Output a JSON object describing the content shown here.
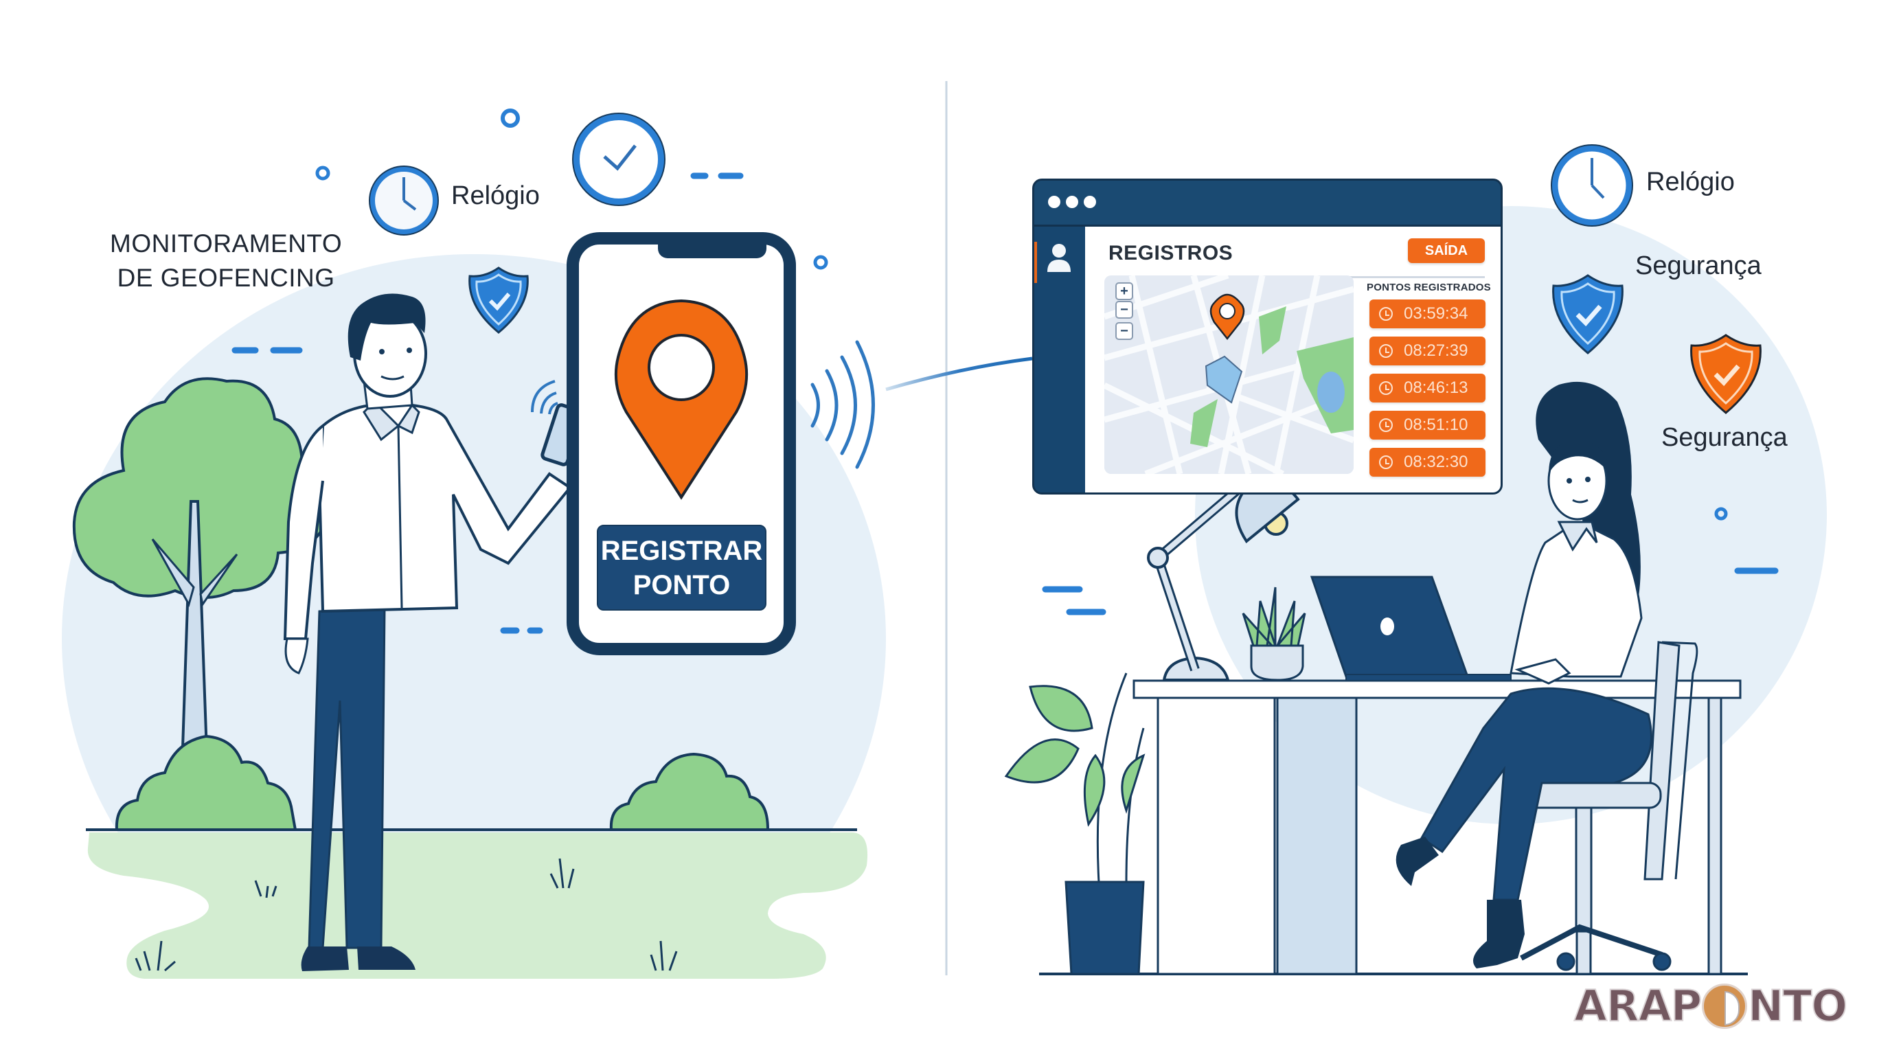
{
  "scene": {
    "left_title": {
      "line1": "MONITORAMENTO",
      "line2": "DE GEOFENCING"
    },
    "left_labels": {
      "clock_label": "Relógio"
    },
    "right_labels": {
      "clock_label": "Relógio",
      "security_label_1": "Segurança",
      "security_label_2": "Segurança"
    },
    "icons": [
      "clock-icon",
      "shield-check-icon",
      "location-pin-icon",
      "wifi-signal-icon",
      "user-icon",
      "laptop-icon",
      "desk-lamp-icon",
      "plant-icon"
    ]
  },
  "phone": {
    "button_line1": "REGISTRAR",
    "button_line2": "PONTO"
  },
  "browser": {
    "title": "REGISTROS",
    "exit_button": "SAÍDA",
    "map_controls": {
      "zoom_in": "+",
      "zoom_out": "−",
      "zoom_out_2": "−"
    },
    "points_title": "PONTOS REGISTRADOS",
    "points": [
      {
        "time": "03:59:34"
      },
      {
        "time": "08:27:39"
      },
      {
        "time": "08:46:13"
      },
      {
        "time": "08:51:10"
      },
      {
        "time": "08:32:30"
      }
    ]
  },
  "logo": {
    "part1": "ARAP",
    "part2": "NTO"
  },
  "colors": {
    "navy": "#163a5c",
    "orange": "#f0691a",
    "accent_blue": "#2a7fd4",
    "green": "#8fd18d",
    "bg_circle": "#e6f0f8"
  }
}
